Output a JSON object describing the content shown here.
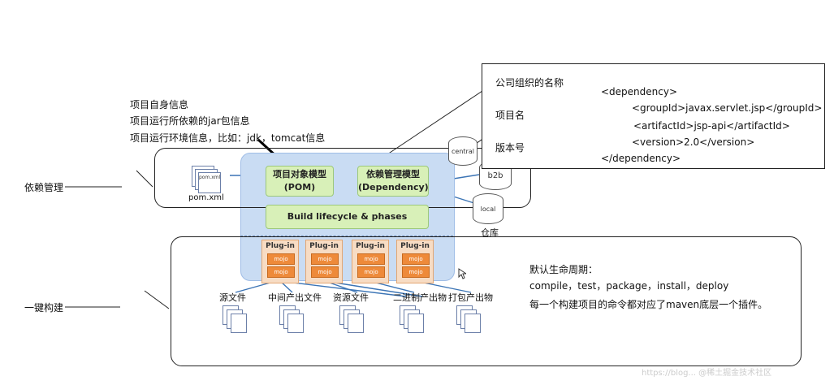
{
  "left_labels": {
    "dependency_mgmt": "依赖管理",
    "one_click_build": "一键构建"
  },
  "project_info": [
    "项目自身信息",
    "项目运行所依赖的jar包信息",
    "项目运行环境信息，比如：jdk，tomcat信息"
  ],
  "pom_file": {
    "icon_text": "pom.xml",
    "label": "pom.xml"
  },
  "models": {
    "pom": [
      "项目对象模型",
      "(POM)"
    ],
    "dependency": [
      "依赖管理模型",
      "(Dependency)"
    ]
  },
  "lifecycle": "Build lifecycle & phases",
  "plugins": [
    {
      "label": "Plug-in",
      "mojos": [
        "mojo",
        "mojo"
      ]
    },
    {
      "label": "Plug-in",
      "mojos": [
        "mojo",
        "mojo"
      ]
    },
    {
      "label": "Plug-in",
      "mojos": [
        "mojo",
        "mojo"
      ]
    },
    {
      "label": "Plug-in",
      "mojos": [
        "mojo",
        "mojo"
      ]
    }
  ],
  "repos": {
    "central": "central",
    "b2b": "b2b",
    "local": "local",
    "label": "仓库"
  },
  "outputs": [
    "源文件",
    "中间产出文件",
    "资源文件",
    "二进制产出物",
    "打包产出物"
  ],
  "dependency_box": {
    "group_label": "公司组织的名称",
    "artifact_label": "项目名",
    "version_label": "版本号",
    "xml": [
      "<dependency>",
      "<groupId>javax.servlet.jsp</groupId>",
      "<artifactId>jsp-api</artifactId>",
      "<version>2.0</version>",
      "</dependency>"
    ]
  },
  "lifecycle_info": {
    "title": "默认生命周期：",
    "phases": "compile，test，package，install，deploy",
    "note": "每一个构建项目的命令都对应了maven底层一个插件。"
  },
  "watermark": "https://blog... @稀土掘金技术社区"
}
